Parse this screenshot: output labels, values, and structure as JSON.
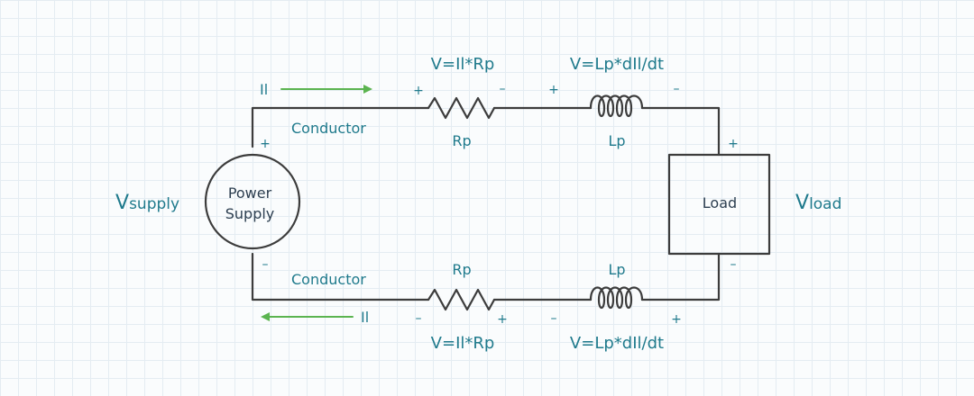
{
  "diagram": {
    "power_supply": {
      "line1": "Power",
      "line2": "Supply"
    },
    "load": "Load",
    "v_supply": {
      "main": "V",
      "sub": "supply"
    },
    "v_load": {
      "main": "V",
      "sub": "load"
    },
    "top": {
      "current": "Il",
      "conductor": "Conductor",
      "resistor_label": "Rp",
      "inductor_label": "Lp",
      "resistor_eq": "V=Il*Rp",
      "inductor_eq": "V=Lp*dIl/dt"
    },
    "bottom": {
      "current": "Il",
      "conductor": "Conductor",
      "resistor_label": "Rp",
      "inductor_label": "Lp",
      "resistor_eq": "V=Il*Rp",
      "inductor_eq": "V=Lp*dIl/dt"
    },
    "signs": {
      "plus": "+",
      "minus": "–"
    },
    "colors": {
      "wire": "#3c3c3c",
      "label": "#1f7a8c",
      "arrow": "#5bb450"
    }
  }
}
